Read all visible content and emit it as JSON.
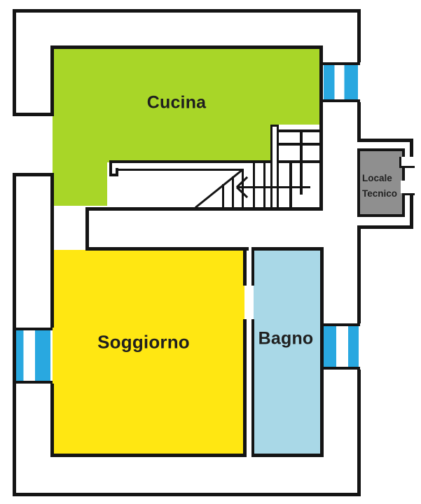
{
  "colors": {
    "wall": "#141414",
    "cucina_green": "#a8d628",
    "soggiorno_yellow": "#ffe712",
    "bagno_blue": "#a9d8e7",
    "window_blue": "#29a8e0",
    "locale_gray": "#8f8f8f",
    "label_text": "#1f1f1f"
  },
  "rooms": {
    "cucina": {
      "label": "Cucina"
    },
    "soggiorno": {
      "label": "Soggiorno"
    },
    "bagno": {
      "label": "Bagno"
    },
    "locale_tecnico": {
      "label_line1": "Locale",
      "label_line2": "Tecnico"
    }
  }
}
